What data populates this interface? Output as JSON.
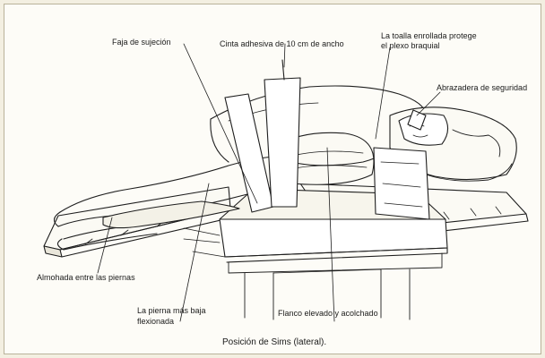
{
  "labels": {
    "faja": "Faja de sujeción",
    "cinta": "Cinta adhesiva de 10 cm de ancho",
    "toalla_line1": "La toalla enrollada protege",
    "toalla_line2": "el plexo braquial",
    "abrazadera": "Abrazadera de seguridad",
    "almohada": "Almohada entre las piernas",
    "pierna_line1": "La pierna más baja",
    "pierna_line2": "flexionada",
    "flanco": "Flanco elevado y acolchado"
  },
  "caption": "Posición de Sims (lateral)."
}
